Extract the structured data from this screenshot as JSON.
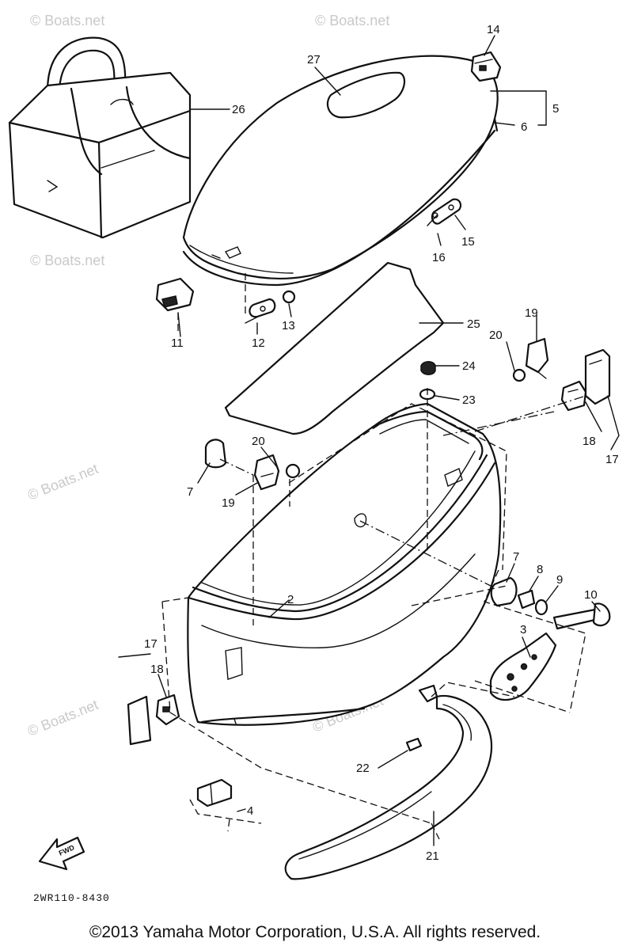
{
  "watermark": "© Boats.net",
  "drawing_code": "2WR110-8430",
  "fwd_label": "FWD",
  "copyright": "©2013 Yamaha Motor Corporation, U.S.A. All rights reserved.",
  "callouts": {
    "c14": "14",
    "c27": "27",
    "c26": "26",
    "c5": "5",
    "c6": "6",
    "c15": "15",
    "c16": "16",
    "c11": "11",
    "c12": "12",
    "c13": "13",
    "c25": "25",
    "c19a": "19",
    "c20a": "20",
    "c24": "24",
    "c23": "23",
    "c18a": "18",
    "c17a": "17",
    "c20b": "20",
    "c7a": "7",
    "c19b": "19",
    "c7b": "7",
    "c8": "8",
    "c9": "9",
    "c10": "10",
    "c2": "2",
    "c3": "3",
    "c17b": "17",
    "c18b": "18",
    "c22": "22",
    "c4": "4",
    "c21": "21"
  }
}
